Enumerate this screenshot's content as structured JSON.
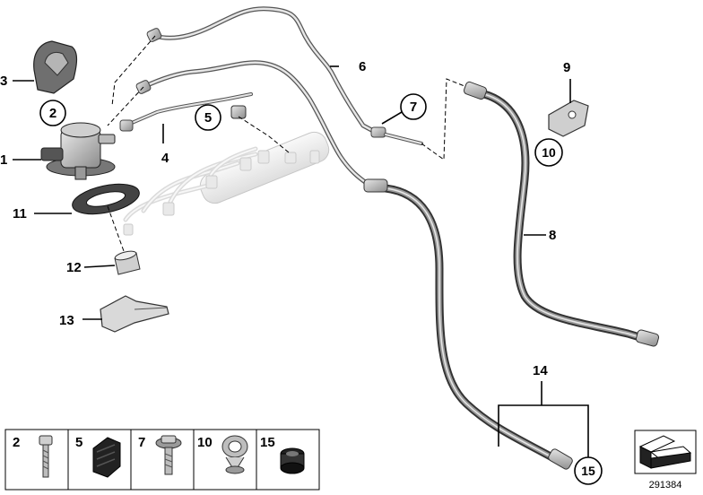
{
  "diagram": {
    "callouts": {
      "c1": "1",
      "c2": "2",
      "c3": "3",
      "c4": "4",
      "c5": "5",
      "c6": "6",
      "c7": "7",
      "c8": "8",
      "c9": "9",
      "c10": "10",
      "c11": "11",
      "c12": "12",
      "c13": "13",
      "c14": "14",
      "c15": "15"
    },
    "legend": {
      "items": [
        {
          "label": "2",
          "icon": "bolt-icon"
        },
        {
          "label": "5",
          "icon": "rubber-mount-icon"
        },
        {
          "label": "7",
          "icon": "flange-bolt-icon"
        },
        {
          "label": "10",
          "icon": "hose-clamp-icon"
        },
        {
          "label": "15",
          "icon": "grommet-icon"
        }
      ]
    },
    "reference_number": "291384"
  }
}
